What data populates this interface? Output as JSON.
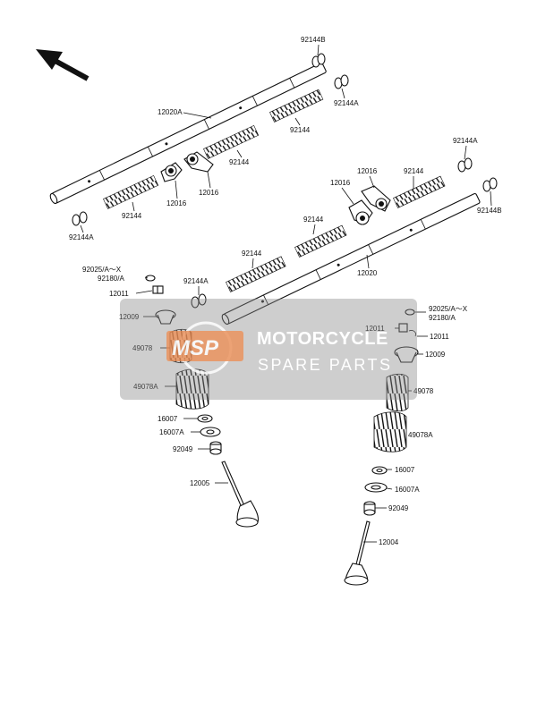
{
  "watermark": {
    "logo_text": "MSP",
    "title": "MOTORCYCLE",
    "subtitle": "SPARE PARTS"
  },
  "labels": {
    "p92144B_top": "92144B",
    "p92144A_top": "92144A",
    "p12020A": "12020A",
    "p92144_a": "92144",
    "p92144_b": "92144",
    "p12016_a": "12016",
    "p12016_b": "12016",
    "p92144_c": "92144",
    "p92144A_left": "92144A",
    "p92144A_right_top": "92144A",
    "p12016_c": "12016",
    "p92144_d": "92144",
    "p12016_d": "12016",
    "p92144B_right": "92144B",
    "p92144_e": "92144",
    "p92144_f": "92144",
    "p12020": "12020",
    "p92025_left": "92025/A～X",
    "p92180_left": "92180/A",
    "p92144A_mid": "92144A",
    "p12011_left": "12011",
    "p12009_left": "12009",
    "p49078_left": "49078",
    "p49078A_left": "49078A",
    "p16007_left": "16007",
    "p16007A_left": "16007A",
    "p92049_left": "92049",
    "p12005": "12005",
    "p92025_right": "92025/A～X",
    "p92180_right": "92180/A",
    "p12011_right_a": "12011",
    "p12011_right_b": "12011",
    "p12009_right": "12009",
    "p49078_right": "49078",
    "p49078A_right": "49078A",
    "p16007_right": "16007",
    "p16007A_right": "16007A",
    "p92049_right": "92049",
    "p12004": "12004"
  }
}
